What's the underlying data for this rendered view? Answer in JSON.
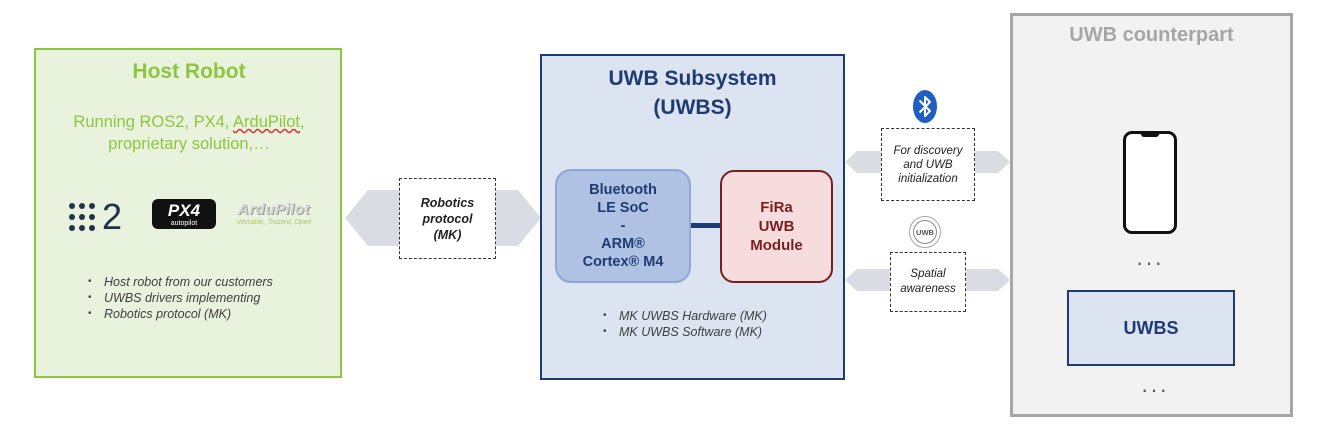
{
  "host": {
    "title": "Host Robot",
    "desc_prefix": "Running ROS2, PX4, ",
    "desc_ardupilot": "ArduPilot",
    "desc_rest": ",",
    "desc_line2": "proprietary solution,…",
    "logos": {
      "ros_text": "2",
      "px4_main": "PX4",
      "px4_sub": "autopilot",
      "ardu_main": "ArduPilot",
      "ardu_sub": "Versatile, Trusted, Open"
    },
    "bullets": [
      "Host robot from our customers",
      "UWBS drivers implementing",
      "Robotics protocol (MK)"
    ]
  },
  "robotics_label": {
    "line1": "Robotics",
    "line2": "protocol",
    "line3": "(MK)"
  },
  "uwbs": {
    "title_line1": "UWB Subsystem",
    "title_line2": "(UWBS)",
    "ble_soc": {
      "line1": "Bluetooth",
      "line2": "LE SoC",
      "line3": "-",
      "line4": "ARM®",
      "line5": "Cortex® M4"
    },
    "fira": {
      "line1": "FiRa",
      "line2": "UWB",
      "line3": "Module"
    },
    "bullets": [
      "MK UWBS Hardware (MK)",
      "MK UWBS Software (MK)"
    ]
  },
  "discovery_label": {
    "line1": "For discovery",
    "line2": "and UWB",
    "line3": "initialization"
  },
  "uwb_badge": "UWB",
  "spatial_label": {
    "line1": "Spatial",
    "line2": "awareness"
  },
  "counterpart": {
    "title": "UWB counterpart",
    "dots_top": "···",
    "uwbs_box": "UWBS",
    "dots_bottom": "···"
  },
  "colors": {
    "green": "#8DC63F",
    "green_fill": "#E9F2DC",
    "navy": "#1F3B73",
    "blue_fill": "#DCE3F1",
    "soc_fill": "#AFC2E3",
    "fira_fill": "#F6DCDC",
    "fira_text": "#7A1F1F",
    "gray": "#A6A6A6",
    "arrow": "#D9DCE3"
  }
}
